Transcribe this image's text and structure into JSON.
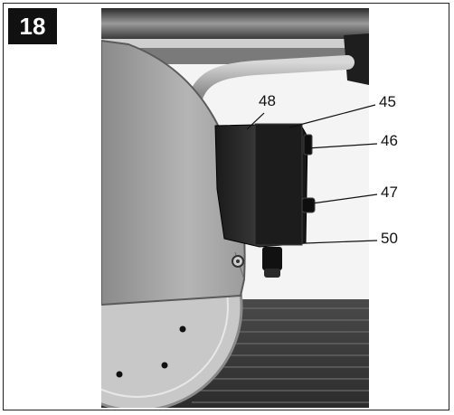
{
  "figure": {
    "number": "18"
  },
  "callouts": [
    {
      "label": "48"
    },
    {
      "label": "45"
    },
    {
      "label": "46"
    },
    {
      "label": "47"
    },
    {
      "label": "50"
    }
  ]
}
